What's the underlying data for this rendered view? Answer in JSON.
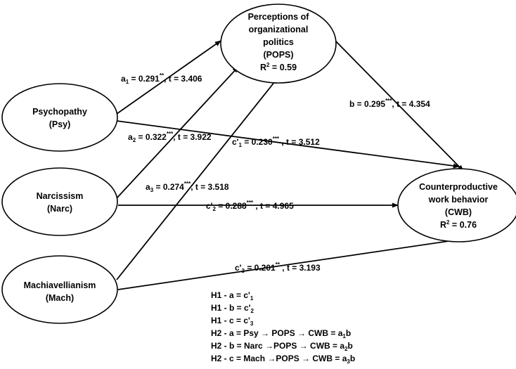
{
  "nodes": {
    "pops": {
      "lines": [
        "Perceptions of",
        "organizational",
        "politics",
        "(POPS)"
      ],
      "r2_label": "R",
      "r2_sup": "2",
      "r2_value": " = 0.59"
    },
    "cwb": {
      "lines": [
        "Counterproductive",
        "work behavior",
        "(CWB)"
      ],
      "r2_label": "R",
      "r2_sup": "2",
      "r2_value": " = 0.76"
    },
    "psy": {
      "lines": [
        "Psychopathy",
        "(Psy)"
      ]
    },
    "narc": {
      "lines": [
        "Narcissism",
        "(Narc)"
      ]
    },
    "mach": {
      "lines": [
        "Machiavellianism",
        "(Mach)"
      ]
    }
  },
  "paths": {
    "a1": {
      "name": "a",
      "sub": "1",
      "coef": " = 0.291",
      "stars": "**",
      "t": ", t = 3.406"
    },
    "a2": {
      "name": "a",
      "sub": "2",
      "coef": " = 0.322",
      "stars": "***",
      "t": ", t = 3.922"
    },
    "a3": {
      "name": "a",
      "sub": "3",
      "coef": " = 0.274",
      "stars": "***",
      "t": ", t = 3.518"
    },
    "b": {
      "name": "b",
      "sub": "",
      "coef": " = 0.295",
      "stars": "***",
      "t": ", t = 4.354"
    },
    "c1": {
      "name": "c'",
      "sub": "1",
      "coef": " = 0.230",
      "stars": "***",
      "t": " , t = 3.512"
    },
    "c2": {
      "name": "c'",
      "sub": "2",
      "coef": " = 0.288",
      "stars": "***",
      "t": " , t = 4.965"
    },
    "c3": {
      "name": "c'",
      "sub": "3",
      "coef": " = 0.201",
      "stars": "**",
      "t": " , t = 3.193"
    }
  },
  "hypotheses": [
    {
      "text": "H1 - a = c'",
      "sub": "1"
    },
    {
      "text": "H1 - b = c'",
      "sub": "2"
    },
    {
      "text": "H1 - c = c'",
      "sub": "3"
    },
    {
      "text": "H2 - a = Psy → POPS → CWB = a",
      "sub": "1",
      "tail": "b"
    },
    {
      "text": "H2 - b = Narc →POPS → CWB = a",
      "sub": "2",
      "tail": "b"
    },
    {
      "text": "H2 - c = Mach →POPS → CWB = a",
      "sub": "3",
      "tail": "b"
    }
  ]
}
